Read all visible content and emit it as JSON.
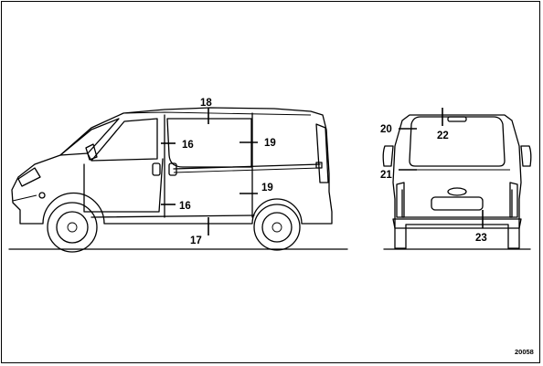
{
  "diagram": {
    "reference_code": "20058",
    "side_view": {
      "labels": {
        "l16a": "16",
        "l16b": "16",
        "l17": "17",
        "l18": "18",
        "l19a": "19",
        "l19b": "19"
      }
    },
    "rear_view": {
      "labels": {
        "l20": "20",
        "l21": "21",
        "l22": "22",
        "l23": "23"
      }
    }
  }
}
